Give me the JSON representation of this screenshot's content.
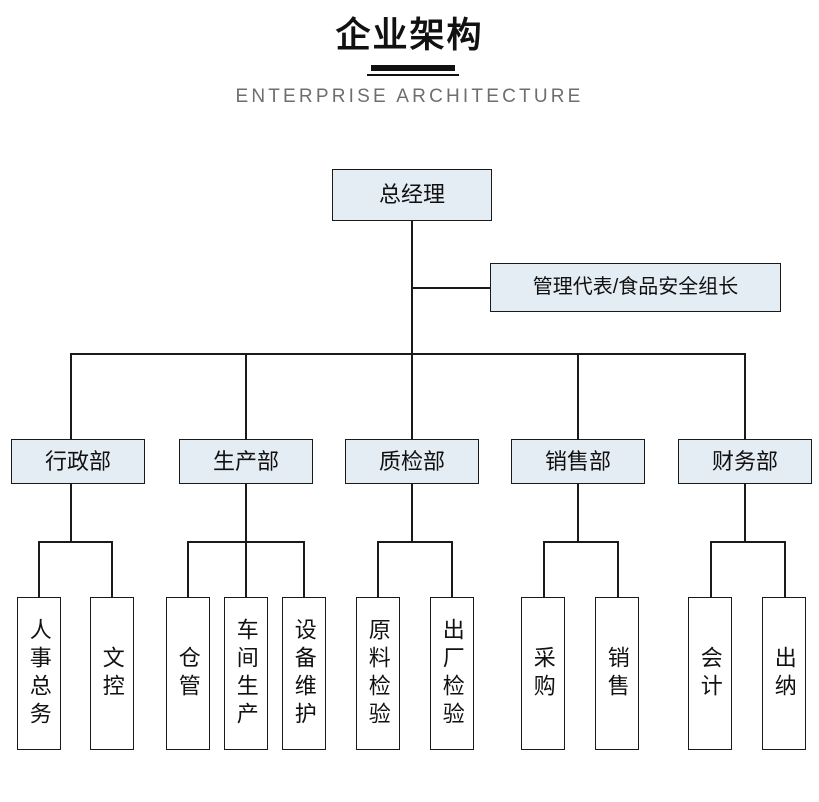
{
  "header": {
    "title": "企业架构",
    "subtitle": "ENTERPRISE ARCHITECTURE"
  },
  "colors": {
    "box_fill": "#e4ecf4",
    "box_border": "#1a1a1a",
    "leaf_fill": "#ffffff",
    "line": "#1a1a1a",
    "title": "#111111",
    "subtitle": "#6e6e6e"
  },
  "org": {
    "root": {
      "label": "总经理"
    },
    "staff": {
      "label": "管理代表/食品安全组长"
    },
    "departments": [
      {
        "label": "行政部",
        "children": [
          {
            "label": "人事总务"
          },
          {
            "label": "文控"
          }
        ]
      },
      {
        "label": "生产部",
        "children": [
          {
            "label": "仓管"
          },
          {
            "label": "车间生产"
          },
          {
            "label": "设备维护"
          }
        ]
      },
      {
        "label": "质检部",
        "children": [
          {
            "label": "原料检验"
          },
          {
            "label": "出厂检验"
          }
        ]
      },
      {
        "label": "销售部",
        "children": [
          {
            "label": "采购"
          },
          {
            "label": "销售"
          }
        ]
      },
      {
        "label": "财务部",
        "children": [
          {
            "label": "会计"
          },
          {
            "label": "出纳"
          }
        ]
      }
    ]
  }
}
